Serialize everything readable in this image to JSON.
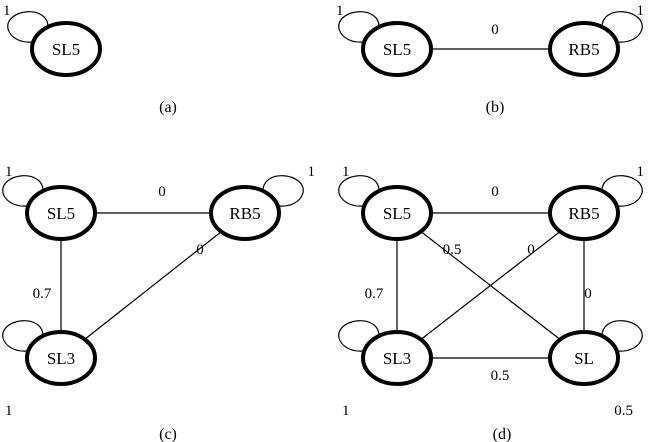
{
  "panels": [
    {
      "id": "a",
      "caption": "(a)",
      "nodes": [
        {
          "id": "SL5",
          "label": "SL5",
          "loop_weight": "1"
        }
      ],
      "edges": []
    },
    {
      "id": "b",
      "caption": "(b)",
      "nodes": [
        {
          "id": "SL5",
          "label": "SL5",
          "loop_weight": "1"
        },
        {
          "id": "RB5",
          "label": "RB5",
          "loop_weight": "1"
        }
      ],
      "edges": [
        {
          "from": "SL5",
          "to": "RB5",
          "weight": "0"
        }
      ]
    },
    {
      "id": "c",
      "caption": "(c)",
      "nodes": [
        {
          "id": "SL5",
          "label": "SL5",
          "loop_weight": "1"
        },
        {
          "id": "RB5",
          "label": "RB5",
          "loop_weight": "1"
        },
        {
          "id": "SL3",
          "label": "SL3",
          "loop_weight": "1"
        }
      ],
      "edges": [
        {
          "from": "SL5",
          "to": "RB5",
          "weight": "0"
        },
        {
          "from": "SL5",
          "to": "SL3",
          "weight": "0.7"
        },
        {
          "from": "RB5",
          "to": "SL3",
          "weight": "0"
        }
      ]
    },
    {
      "id": "d",
      "caption": "(d)",
      "nodes": [
        {
          "id": "SL5",
          "label": "SL5",
          "loop_weight": "1"
        },
        {
          "id": "RB5",
          "label": "RB5",
          "loop_weight": "1"
        },
        {
          "id": "SL3",
          "label": "SL3",
          "loop_weight": "1"
        },
        {
          "id": "SL",
          "label": "SL",
          "loop_weight": "0.5"
        }
      ],
      "edges": [
        {
          "from": "SL5",
          "to": "RB5",
          "weight": "0"
        },
        {
          "from": "SL5",
          "to": "SL3",
          "weight": "0.7"
        },
        {
          "from": "SL5",
          "to": "SL",
          "weight": "0.5"
        },
        {
          "from": "RB5",
          "to": "SL3",
          "weight": "0"
        },
        {
          "from": "RB5",
          "to": "SL",
          "weight": "0"
        },
        {
          "from": "SL3",
          "to": "SL",
          "weight": "0.5"
        }
      ]
    }
  ]
}
